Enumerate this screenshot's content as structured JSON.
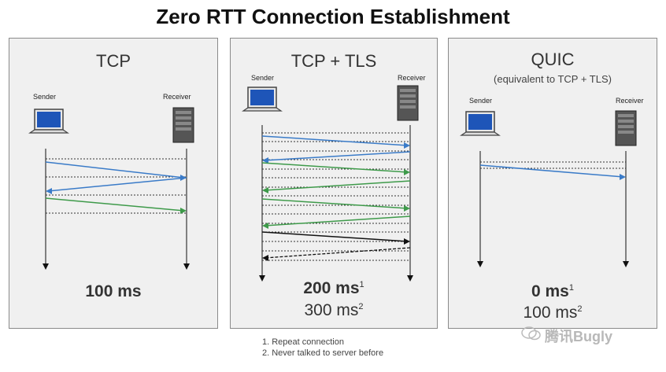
{
  "title": "Zero RTT Connection Establishment",
  "panels": [
    {
      "title": "TCP",
      "subtitle": "",
      "sender": "Sender",
      "receiver": "Receiver",
      "result_primary": "100 ms",
      "result_primary_sup": "",
      "result_secondary": "",
      "result_secondary_sup": ""
    },
    {
      "title": "TCP + TLS",
      "subtitle": "",
      "sender": "Sender",
      "receiver": "Receiver",
      "result_primary": "200 ms",
      "result_primary_sup": "1",
      "result_secondary": "300 ms",
      "result_secondary_sup": "2"
    },
    {
      "title": "QUIC",
      "subtitle": "(equivalent to TCP + TLS)",
      "sender": "Sender",
      "receiver": "Receiver",
      "result_primary": "0 ms",
      "result_primary_sup": "1",
      "result_secondary": "100 ms",
      "result_secondary_sup": "2"
    }
  ],
  "footnotes": {
    "line1": "1. Repeat connection",
    "line2": "2. Never talked to server before"
  },
  "watermark": "腾讯Bugly",
  "colors": {
    "blue": "#3a7bc8",
    "green": "#3e9a4a",
    "black": "#111111"
  }
}
